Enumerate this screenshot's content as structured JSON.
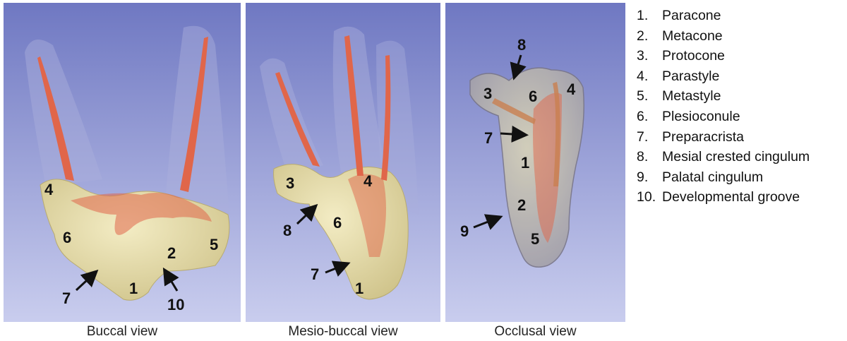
{
  "panels": [
    {
      "caption": "Buccal view",
      "labels": [
        "4",
        "6",
        "2",
        "5",
        "7",
        "1",
        "10"
      ]
    },
    {
      "caption": "Mesio-buccal view",
      "labels": [
        "3",
        "4",
        "8",
        "6",
        "7",
        "1"
      ]
    },
    {
      "caption": "Occlusal view",
      "labels": [
        "8",
        "3",
        "6",
        "4",
        "7",
        "1",
        "2",
        "9",
        "5"
      ]
    }
  ],
  "legend": [
    {
      "num": "1.",
      "text": "Paracone"
    },
    {
      "num": "2.",
      "text": "Metacone"
    },
    {
      "num": "3.",
      "text": "Protocone"
    },
    {
      "num": "4.",
      "text": "Parastyle"
    },
    {
      "num": "5.",
      "text": "Metastyle"
    },
    {
      "num": "6.",
      "text": "Plesioconule"
    },
    {
      "num": "7.",
      "text": "Preparacrista"
    },
    {
      "num": "8.",
      "text": "Mesial crested cingulum"
    },
    {
      "num": "9.",
      "text": "Palatal cingulum"
    },
    {
      "num": "10.",
      "text": "Developmental groove"
    }
  ],
  "colors": {
    "background_top": "#6f78c2",
    "background_bottom": "#c9cdee",
    "crown": "#e9e0ad",
    "pulp": "#e0664a"
  }
}
